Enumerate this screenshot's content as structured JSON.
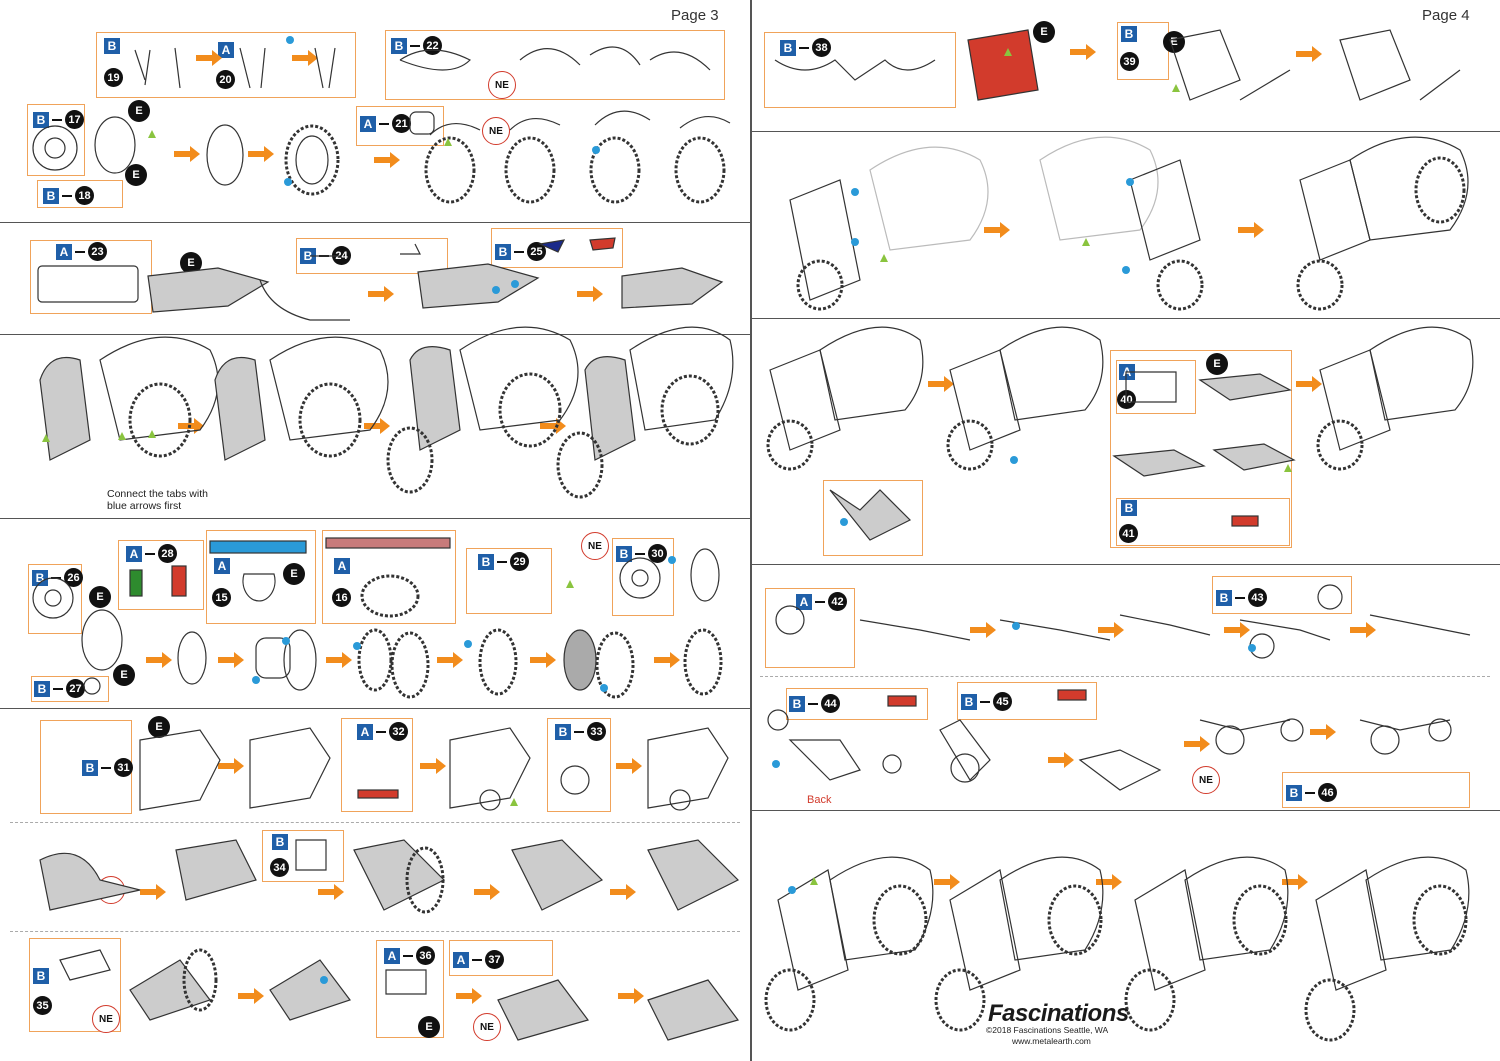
{
  "pages": {
    "left_label": "Page 3",
    "right_label": "Page 4"
  },
  "colors": {
    "accent_orange": "#f28c1c",
    "sheet_blue": "#1f5fa8",
    "highlight_red": "#d23b2c",
    "tab_blue": "#2a9ad8",
    "tab_green": "#8ac43f"
  },
  "icons": {
    "step_arrow": "orange-right-arrow-icon",
    "rivet": "blue-dot-icon",
    "tab": "green-triangle-icon"
  },
  "steps": [
    {
      "sheet": "B",
      "num": "19"
    },
    {
      "sheet": "A",
      "num": "20"
    },
    {
      "sheet": "B",
      "num": "22"
    },
    {
      "sheet": "B",
      "num": "17"
    },
    {
      "sheet": "A",
      "num": "21"
    },
    {
      "sheet": "B",
      "num": "18"
    },
    {
      "sheet": "A",
      "num": "23"
    },
    {
      "sheet": "B",
      "num": "24"
    },
    {
      "sheet": "B",
      "num": "25"
    },
    {
      "sheet": "B",
      "num": "26"
    },
    {
      "sheet": "A",
      "num": "28"
    },
    {
      "sheet": "A",
      "num": "15"
    },
    {
      "sheet": "A",
      "num": "16"
    },
    {
      "sheet": "B",
      "num": "29"
    },
    {
      "sheet": "B",
      "num": "30"
    },
    {
      "sheet": "B",
      "num": "27"
    },
    {
      "sheet": "B",
      "num": "31"
    },
    {
      "sheet": "A",
      "num": "32"
    },
    {
      "sheet": "B",
      "num": "33"
    },
    {
      "sheet": "B",
      "num": "34"
    },
    {
      "sheet": "B",
      "num": "35"
    },
    {
      "sheet": "A",
      "num": "36"
    },
    {
      "sheet": "A",
      "num": "37"
    },
    {
      "sheet": "B",
      "num": "38"
    },
    {
      "sheet": "B",
      "num": "39"
    },
    {
      "sheet": "A",
      "num": "40"
    },
    {
      "sheet": "B",
      "num": "41"
    },
    {
      "sheet": "A",
      "num": "42"
    },
    {
      "sheet": "B",
      "num": "43"
    },
    {
      "sheet": "B",
      "num": "44"
    },
    {
      "sheet": "B",
      "num": "45"
    },
    {
      "sheet": "B",
      "num": "46"
    }
  ],
  "badges": {
    "e": "E",
    "ne": "NE"
  },
  "captions": {
    "tabs_note_line1": "Connect the tabs with",
    "tabs_note_line2": "blue arrows first",
    "back": "Back"
  },
  "watermark": "FASCINATIONS",
  "footer": {
    "brand": "Fascinations",
    "copyright": "©2018 Fascinations Seattle, WA",
    "url": "www.metalearth.com"
  }
}
